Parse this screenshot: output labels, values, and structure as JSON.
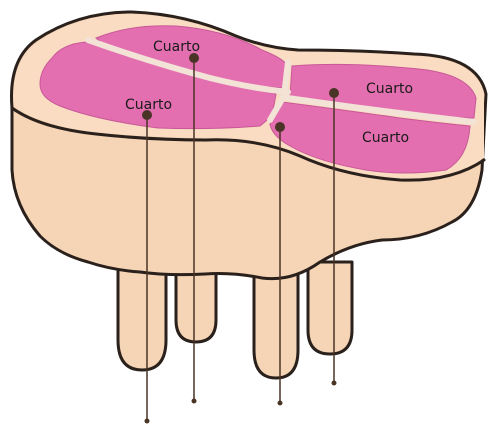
{
  "labels": {
    "top_center": "Cuarto",
    "left": "Cuarto",
    "right_top": "Cuarto",
    "right_bottom": "Cuarto"
  },
  "colors": {
    "fat": "#f6d4b6",
    "meat": "#e36fb0",
    "separator": "#f3e3d6",
    "outline": "#2b211c",
    "pin": "#4a3426"
  }
}
